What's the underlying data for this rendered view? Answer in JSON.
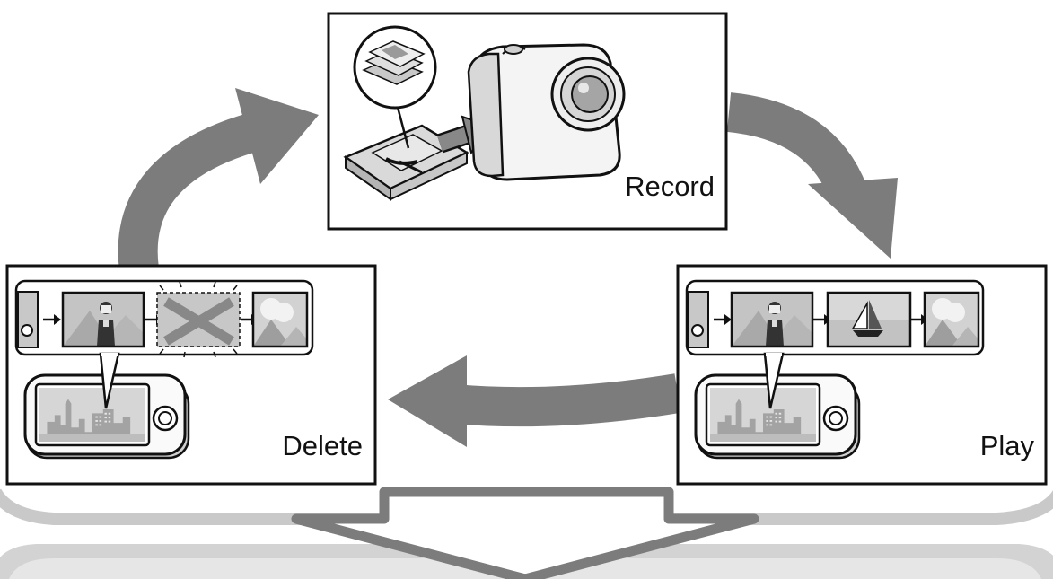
{
  "cycle": {
    "record": {
      "label": "Record"
    },
    "play": {
      "label": "Play"
    },
    "delete": {
      "label": "Delete"
    }
  },
  "colors": {
    "arrow": "#7c7c7c",
    "outline": "#111111",
    "light_gray": "#c8c8c8",
    "mid_gray": "#a8a8a8",
    "tray": "#d0d0d0"
  },
  "icons": [
    "camera-icon",
    "memory-card-icon",
    "photo-stack-icon",
    "handheld-viewer-icon",
    "photo-strip-icon",
    "woman-photo-icon",
    "boat-photo-icon",
    "deleted-photo-icon",
    "city-photo-icon"
  ]
}
